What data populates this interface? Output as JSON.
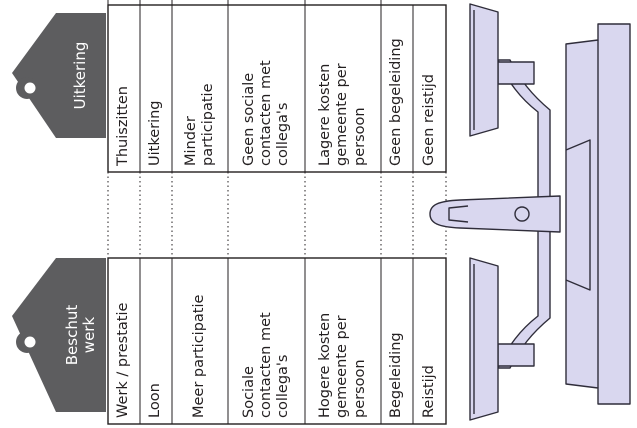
{
  "tags": {
    "left": "Beschut\nwerk",
    "right": "Uitkering"
  },
  "left_column": [
    "Werk / prestatie",
    "Loon",
    "Meer participatie",
    "Sociale\ncontacten met\ncollega's",
    "Hogere kosten\ngemeente per\npersoon",
    "Begeleiding",
    "Reistijd"
  ],
  "right_column": [
    "Thuiszitten",
    "Uitkering",
    "Minder\nparticipatie",
    "Geen sociale\ncontacten met\ncollega's",
    "Lagere kosten\ngemeente per\npersoon",
    "Geen begeleiding",
    "Geen reistijd"
  ],
  "colors": {
    "tag": "#5d5d5f",
    "scale": "#d9d7ef",
    "scale_stroke": "#2f2d3a",
    "line": "#231f20"
  }
}
